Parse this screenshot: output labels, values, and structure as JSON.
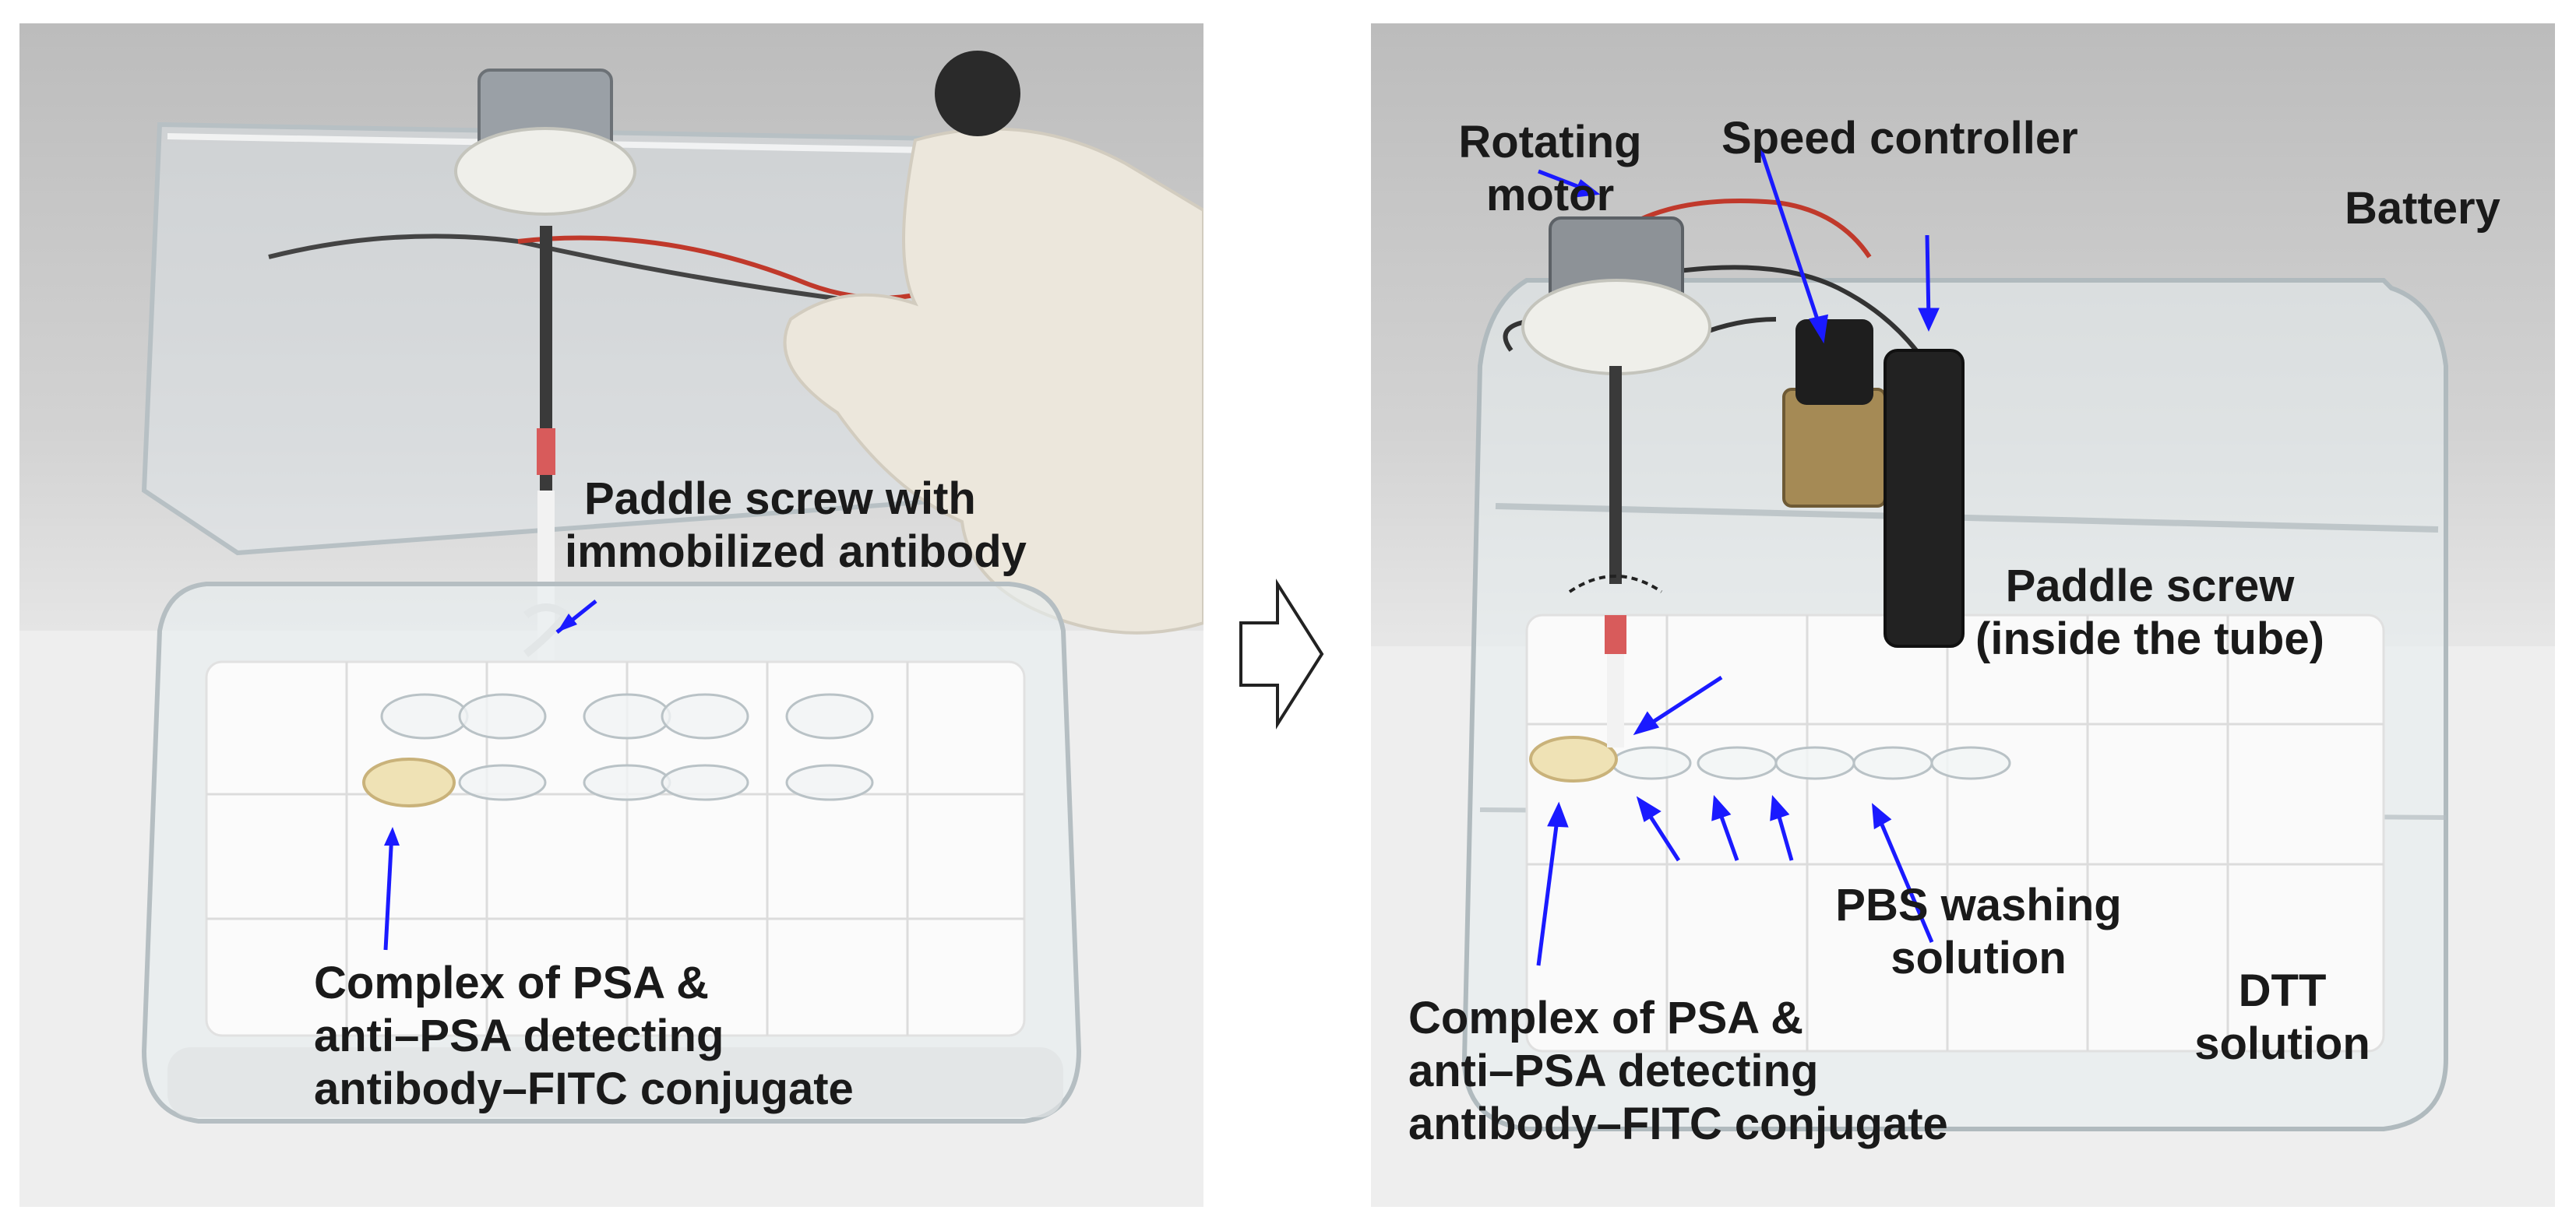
{
  "left_panel": {
    "labels": {
      "paddle_screw_line1": "Paddle screw with",
      "paddle_screw_line2": "immobilized antibody",
      "complex_line1": "Complex of PSA &",
      "complex_line2": "anti–PSA detecting",
      "complex_line3": "antibody–FITC conjugate"
    }
  },
  "right_panel": {
    "labels": {
      "motor_line1": "Rotating",
      "motor_line2": "motor",
      "speed_controller": "Speed controller",
      "battery": "Battery",
      "paddle_line1": "Paddle screw",
      "paddle_line2": "(inside the tube)",
      "pbs_line1": "PBS washing",
      "pbs_line2": "solution",
      "dtt_line1": "DTT",
      "dtt_line2": "solution",
      "complex_line1": "Complex of PSA &",
      "complex_line2": "anti–PSA detecting",
      "complex_line3": "antibody–FITC conjugate"
    }
  },
  "colors": {
    "arrow": "#1a1aff",
    "label_text": "#1a1a1a"
  },
  "icons": {
    "transition": "right-arrow-icon"
  }
}
